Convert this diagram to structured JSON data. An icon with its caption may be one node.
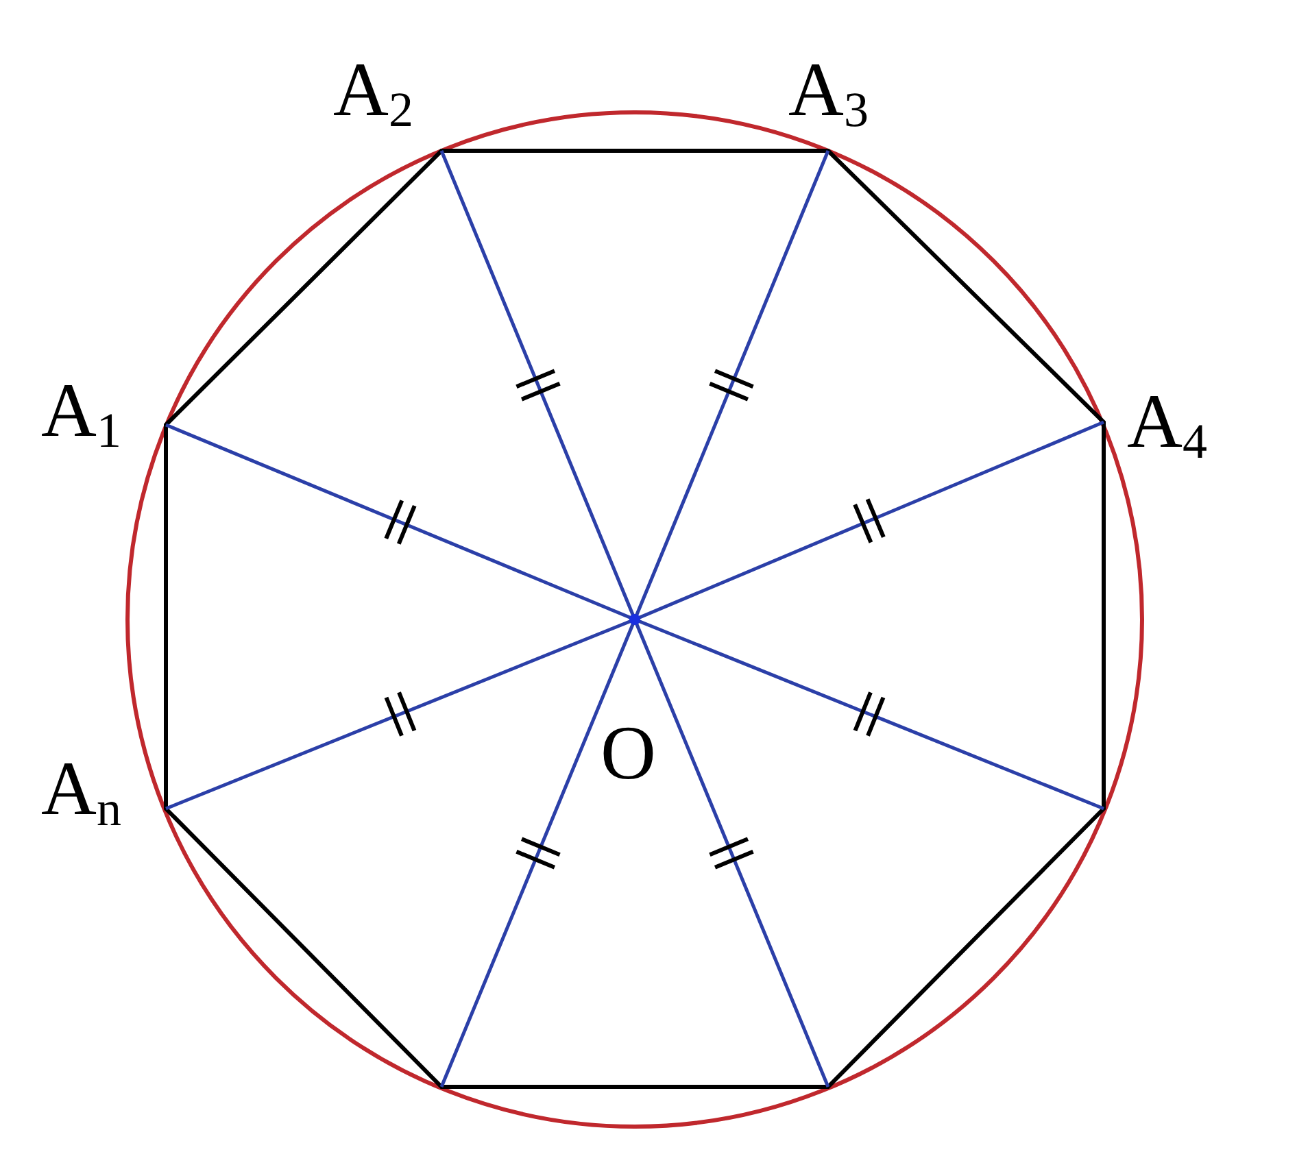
{
  "diagram": {
    "labels": [
      "A$_{2}$",
      "A$_{3}$",
      "A$_{1}$",
      "A$_{4}$",
      "A$_{n}$",
      "O"
    ]
  }
}
